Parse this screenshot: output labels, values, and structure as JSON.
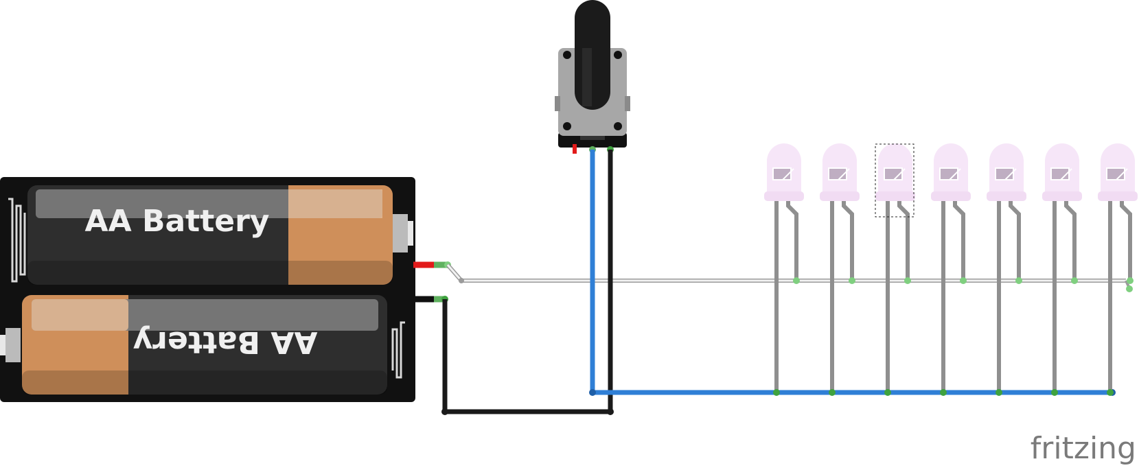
{
  "battery_holder": {
    "cells": [
      {
        "label": "AA Battery",
        "orientation": "normal"
      },
      {
        "label": "AA Battery",
        "orientation": "flipped"
      }
    ]
  },
  "potentiometer": {
    "pins": 3
  },
  "leds": {
    "count": 7,
    "selected_index": 2,
    "color": "#f6e6f8"
  },
  "wires": {
    "positive_color": "#e21a1a",
    "negative_color": "#111111",
    "signal_color": "#2f7fd6",
    "leg_color": "#8f8f8f",
    "rail_color": "#bdbdbd"
  },
  "watermark": {
    "text": "fritzing"
  }
}
